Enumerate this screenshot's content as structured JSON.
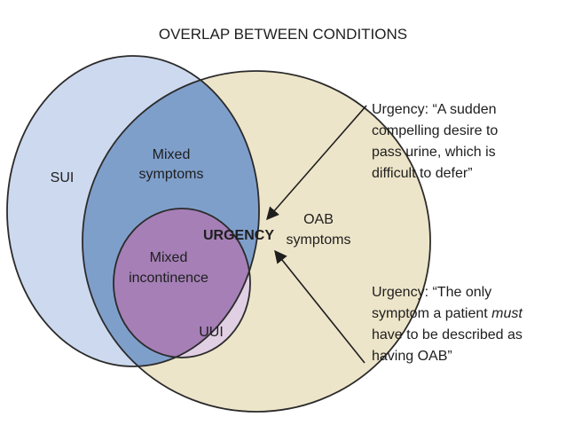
{
  "title": "OVERLAP BETWEEN CONDITIONS",
  "colors": {
    "sui_fill": "#cdd9ee",
    "oab_fill": "#ede5c9",
    "mixed_symptoms_fill": "#7f9fcb",
    "mixed_incontinence_fill": "#a57fb6",
    "uui_fill": "#e1cfe4",
    "outline": "#2b2b2b"
  },
  "regions": {
    "sui": "SUI",
    "mixed_symptoms_line1": "Mixed",
    "mixed_symptoms_line2": "symptoms",
    "urgency": "URGENCY",
    "mixed_incontinence_line1": "Mixed",
    "mixed_incontinence_line2": "incontinence",
    "uui": "UUI",
    "oab_line1": "OAB",
    "oab_line2": "symptoms"
  },
  "annotations": {
    "definition_1": {
      "lines": [
        "Urgency: “A sudden",
        "compelling desire to",
        "pass urine, which is",
        "difficult to defer”"
      ]
    },
    "definition_2": {
      "line1": "Urgency: “The only",
      "line2_before": "symptom a patient ",
      "line2_emph": "must",
      "line3": "have to be described as",
      "line4": "having OAB”"
    }
  }
}
